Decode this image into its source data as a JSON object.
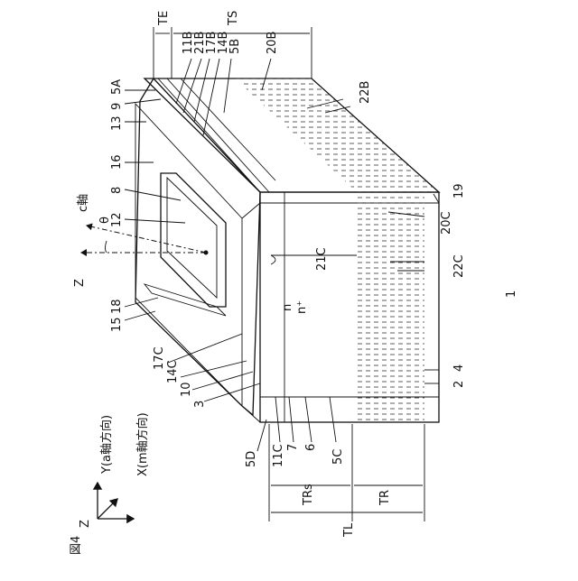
{
  "figure": {
    "title": "図4",
    "number": "1"
  },
  "axes_legend": {
    "z": "Z",
    "y": "Y(a軸方向)",
    "x": "X(m軸方向)"
  },
  "axis_labels": {
    "z": "Z",
    "c_axis": "c軸",
    "theta": "θ"
  },
  "dimension_labels": {
    "te": "TE",
    "ts": "TS",
    "tl": "TL",
    "trs": "TRs",
    "tr": "TR"
  },
  "reference_labels": {
    "r_11b": "11B",
    "r_21b": "21B",
    "r_17b": "17B",
    "r_14b": "14B",
    "r_5b": "5B",
    "r_20b": "20B",
    "r_22b": "22B",
    "r_5a": "5A",
    "r_9": "9",
    "r_13": "13",
    "r_16": "16",
    "r_8": "8",
    "r_12": "12",
    "r_18": "18",
    "r_15": "15",
    "r_17c": "17C",
    "r_14c": "14C",
    "r_10": "10",
    "r_3": "3",
    "r_5d": "5D",
    "r_11c": "11C",
    "r_7": "7",
    "r_6": "6",
    "r_5c": "5C",
    "r_21c": "21C",
    "r_22c": "22C",
    "r_20c": "20C",
    "r_19": "19",
    "r_2": "2",
    "r_4": "4",
    "r_n": "n",
    "r_nplus": "n⁺"
  }
}
